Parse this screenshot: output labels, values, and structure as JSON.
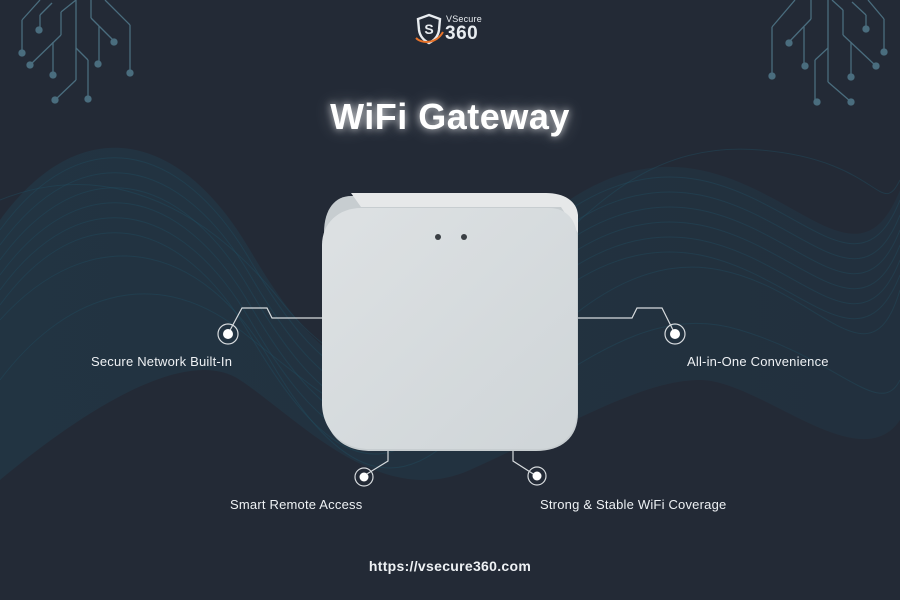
{
  "logo": {
    "brand_top": "VSecure",
    "brand_num": "360",
    "icon": "shield-s-icon",
    "accent_color": "#e8732a"
  },
  "title": "WiFi Gateway",
  "product": {
    "name": "WiFi Gateway device",
    "color": "#d7dcdf",
    "indicator_count": 2
  },
  "features": [
    {
      "label": "Secure Network Built-In",
      "position": "left"
    },
    {
      "label": "All-in-One Convenience",
      "position": "right"
    },
    {
      "label": "Smart Remote Access",
      "position": "bottom-left"
    },
    {
      "label": "Strong & Stable WiFi Coverage",
      "position": "bottom-right"
    }
  ],
  "footer": {
    "url": "https://vsecure360.com"
  },
  "colors": {
    "background": "#232a36",
    "circuit": "#4a6b7c",
    "wave": "#1e4a5c",
    "text": "#ffffff"
  }
}
